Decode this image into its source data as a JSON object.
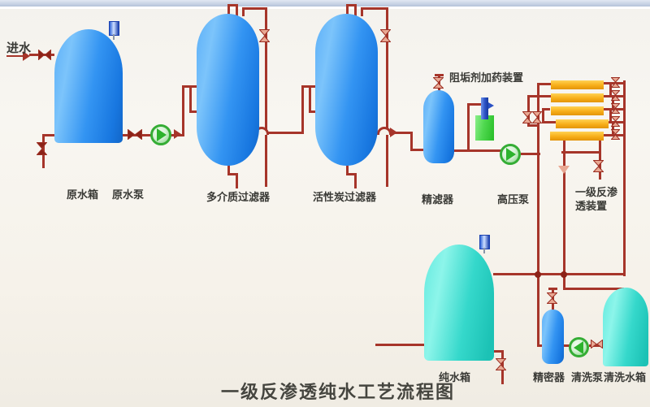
{
  "title": "一级反渗透纯水工艺流程图",
  "labels": {
    "inlet": "进水",
    "raw_tank": "原水箱",
    "raw_pump": "原水泵",
    "multimedia_filter": "多介质过滤器",
    "carbon_filter": "活性炭过滤器",
    "fine_filter": "精滤器",
    "dosing_device": "阻垢剂加药装置",
    "hp_pump": "高压泵",
    "ro_unit": "一级反渗透装置",
    "pure_tank": "纯水箱",
    "precision_filter": "精密器",
    "cleaning_pump": "清洗泵",
    "cleaning_tank": "清洗水箱"
  },
  "colors": {
    "pipe": "#a6352a",
    "pipe_light": "#c4705f",
    "pipe_dark": "#8c2318",
    "valve_fill": "#e9a893",
    "valve_stroke": "#9c2f23",
    "label_text": "#3a3a36",
    "background": "#f6f3ec"
  }
}
